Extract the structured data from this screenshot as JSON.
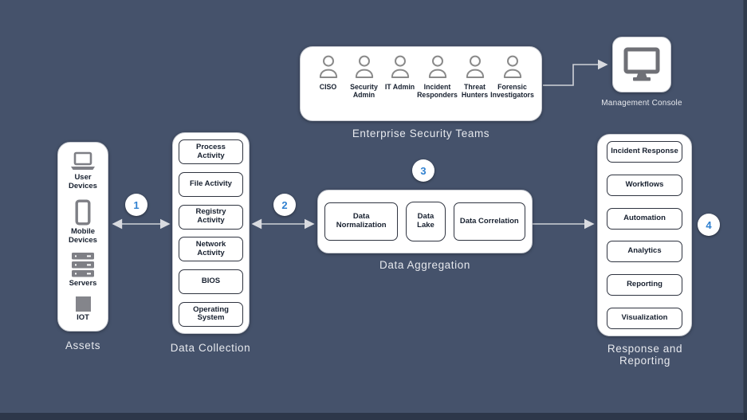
{
  "canvas": {
    "background_color": "#45526B",
    "accent_blue": "#2F80D0",
    "icon_gray": "#7e7f85"
  },
  "teams": {
    "label": "Enterprise Security Teams",
    "members": [
      {
        "label": "CISO",
        "icon": "person-icon"
      },
      {
        "label": "Security Admin",
        "icon": "person-icon"
      },
      {
        "label": "IT Admin",
        "icon": "person-icon"
      },
      {
        "label": "Incident Responders",
        "icon": "person-icon"
      },
      {
        "label": "Threat Hunters",
        "icon": "person-icon"
      },
      {
        "label": "Forensic Investigators",
        "icon": "person-icon"
      }
    ]
  },
  "management_console": {
    "label": "Management Console",
    "icon": "monitor-icon"
  },
  "assets": {
    "label": "Assets",
    "items": [
      {
        "label": "User Devices",
        "icon": "laptop-icon"
      },
      {
        "label": "Mobile Devices",
        "icon": "smartphone-icon"
      },
      {
        "label": "Servers",
        "icon": "server-stack-icon"
      },
      {
        "label": "IOT",
        "icon": "iot-square-icon"
      }
    ]
  },
  "data_collection": {
    "label": "Data Collection",
    "items": [
      {
        "label": "Process Activity"
      },
      {
        "label": "File Activity"
      },
      {
        "label": "Registry Activity"
      },
      {
        "label": "Network Activity"
      },
      {
        "label": "BIOS"
      },
      {
        "label": "Operating System"
      }
    ]
  },
  "data_aggregation": {
    "label": "Data Aggregation",
    "items": [
      {
        "label": "Data Normalization"
      },
      {
        "label": "Data Lake"
      },
      {
        "label": "Data Correlation"
      }
    ]
  },
  "response_reporting": {
    "label": "Response and Reporting",
    "items": [
      {
        "label": "Incident Response"
      },
      {
        "label": "Workflows"
      },
      {
        "label": "Automation"
      },
      {
        "label": "Analytics"
      },
      {
        "label": "Reporting"
      },
      {
        "label": "Visualization"
      }
    ]
  },
  "steps": [
    {
      "number": "1"
    },
    {
      "number": "2"
    },
    {
      "number": "3"
    },
    {
      "number": "4"
    }
  ]
}
